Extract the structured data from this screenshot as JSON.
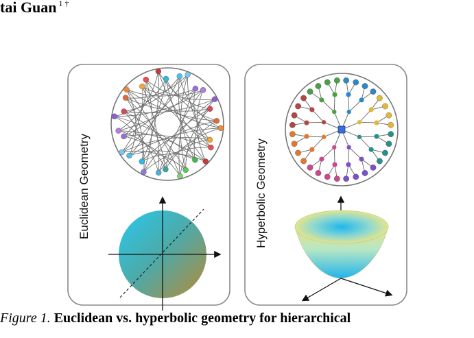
{
  "header": {
    "author_text": "tai Guan",
    "author_marks": "1 †"
  },
  "figure": {
    "left_panel_label": "Euclidean Geometry",
    "right_panel_label": "Hyperbolic Geometry",
    "colors": {
      "panel_border": "#8a8a8a",
      "edge": "#707070",
      "root_node": "#3a6fd8",
      "disc_gradient_start": "#2fc4e8",
      "disc_gradient_end": "#a88c3c",
      "bowl_top": "#e8e48a",
      "bowl_bottom": "#2ab8e8"
    }
  },
  "caption": {
    "figure_number": "Figure 1.",
    "bold_text": "Euclidean vs. hyperbolic geometry for hierarchical"
  }
}
